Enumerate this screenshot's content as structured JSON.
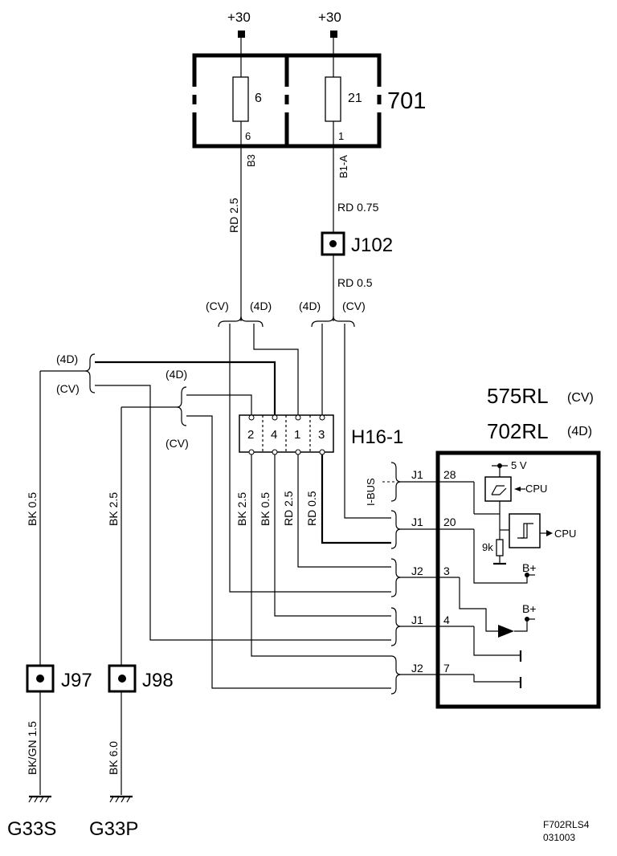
{
  "top": {
    "supply_left": "+30",
    "supply_right": "+30"
  },
  "fusebox": {
    "id": "701",
    "fuse_left": "6",
    "fuse_right": "21",
    "pin_left": "6",
    "pin_right": "1",
    "conn_left": "B3",
    "conn_right": "B1-A"
  },
  "wires": {
    "w_rd25_top": "RD  2.5",
    "w_rd075": "RD  0.75",
    "w_rd05_top": "RD  0.5",
    "w_bk05_left": "BK  0.5",
    "w_bk25_left": "BK  2.5",
    "w_bkgn15": "BK/GN  1.5",
    "w_bk60": "BK  6.0",
    "w_h_bk25": "BK  2.5",
    "w_h_bk05": "BK  0.5",
    "w_h_rd25": "RD  2.5",
    "w_h_rd05": "RD  0.5"
  },
  "junctions": {
    "j102": "J102",
    "j97": "J97",
    "j98": "J98"
  },
  "variants": {
    "cv": "(CV)",
    "fourd": "(4D)"
  },
  "connector": {
    "id": "H16-1",
    "pins": [
      "2",
      "4",
      "1",
      "3"
    ]
  },
  "module": {
    "id_cv": "575RL",
    "id_4d": "702RL",
    "tag_cv": "(CV)",
    "tag_4d": "(4D)",
    "ibus": "I-BUS",
    "pins": [
      {
        "conn": "J1",
        "pin": "28"
      },
      {
        "conn": "J1",
        "pin": "20"
      },
      {
        "conn": "J2",
        "pin": "3"
      },
      {
        "conn": "J1",
        "pin": "4"
      },
      {
        "conn": "J2",
        "pin": "7"
      }
    ],
    "v5": "5 V",
    "cpu1": "CPU",
    "cpu2": "CPU",
    "res": "9k",
    "bplus1": "B+",
    "bplus2": "B+"
  },
  "grounds": {
    "g33s": "G33S",
    "g33p": "G33P"
  },
  "footer": {
    "ref": "F702RLS4",
    "date": "031003"
  }
}
